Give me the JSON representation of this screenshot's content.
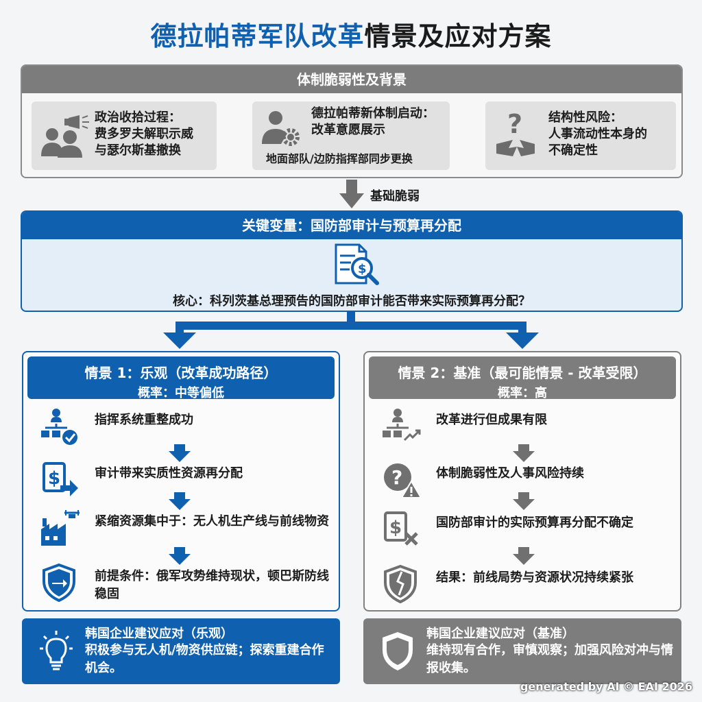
{
  "title": {
    "part1": "德拉帕蒂军队改革",
    "part2": "情景及应对方案"
  },
  "background": {
    "header": "体制脆弱性及背景",
    "card1": {
      "line1": "政治收拾过程：",
      "line2": "费多罗夫解职示威",
      "line3": "与瑟尔斯基撤换"
    },
    "card2": {
      "line1": "德拉帕蒂新体制启动：",
      "line2": "改革意愿展示",
      "sub": "地面部队/边防指挥部同步更换"
    },
    "card3": {
      "line1": "结构性风险：",
      "line2": "人事流动性本身的",
      "line3": "不确定性"
    },
    "arrow_label": "基础脆弱"
  },
  "key_variable": {
    "header": "关键变量：国防部审计与预算再分配",
    "core": "核心：科列茨基总理预告的国防部审计能否带来实际预算再分配？"
  },
  "scenario1": {
    "title": "情景 1：乐观（改革成功路径）",
    "probability": "概率：中等偏低",
    "steps": [
      {
        "text": "指挥系统重整成功",
        "icon": "org-check-icon"
      },
      {
        "text": "审计带来实质性资源再分配",
        "icon": "dollar-arrow-icon"
      },
      {
        "text": "紧缩资源集中于：无人机生产线与前线物资",
        "icon": "factory-drone-icon"
      },
      {
        "text": "前提条件：俄军攻势维持现状，顿巴斯防线稳固",
        "icon": "shield-icon"
      }
    ]
  },
  "scenario2": {
    "title": "情景 2：基准（最可能情景 - 改革受限）",
    "probability": "概率：高",
    "steps": [
      {
        "text": "改革进行但成果有限",
        "icon": "org-trend-icon"
      },
      {
        "text": "体制脆弱性及人事风险持续",
        "icon": "question-warning-icon"
      },
      {
        "text": "国防部审计的实际预算再分配不确定",
        "icon": "dollar-x-icon"
      },
      {
        "text": "结果：前线局势与资源状况持续紧张",
        "icon": "cracked-shield-icon"
      }
    ]
  },
  "recommendation1": {
    "title": "韩国企业建议应对（乐观）",
    "body": "积极参与无人机/物资供应链；探索重建合作机会。"
  },
  "recommendation2": {
    "title": "韩国企业建议应对（基准）",
    "body": "维持现有合作，审慎观察；加强风险对冲与情报收集。"
  },
  "footer": "generated by AI © EAI 2026",
  "colors": {
    "blue": "#1060b0",
    "gray": "#7d7d7d",
    "light_blue": "#e3eef9"
  }
}
